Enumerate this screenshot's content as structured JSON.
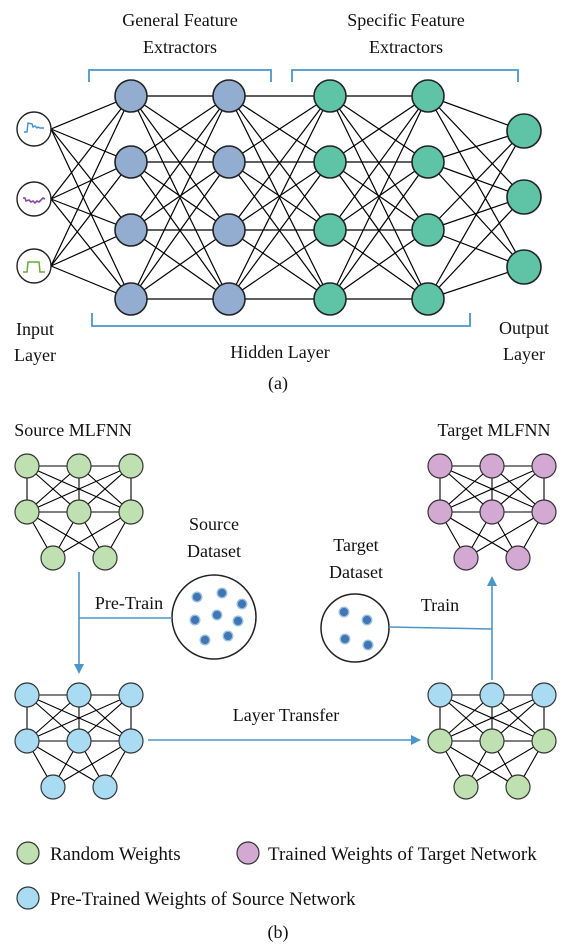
{
  "part_a": {
    "bracket_general": "General Feature Extractors",
    "bracket_general_line1": "General Feature",
    "bracket_general_line2": "Extractors",
    "bracket_specific_line1": "Specific Feature",
    "bracket_specific_line2": "Extractors",
    "input_line1": "Input",
    "input_line2": "Layer",
    "output_line1": "Output",
    "output_line2": "Layer",
    "hidden": "Hidden Layer",
    "caption": "(a)"
  },
  "part_b": {
    "source_title": "Source MLFNN",
    "target_title": "Target MLFNN",
    "source_dataset_line1": "Source",
    "source_dataset_line2": "Dataset",
    "target_dataset_line1": "Target",
    "target_dataset_line2": "Dataset",
    "pretrain": "Pre-Train",
    "train": "Train",
    "layer_transfer": "Layer Transfer",
    "caption": "(b)"
  },
  "legend": {
    "random": "Random Weights",
    "trained_target": "Trained Weights of Target Network",
    "pretrained_source": "Pre-Trained Weights of Source Network"
  },
  "colors": {
    "blue_node": "#93add0",
    "teal_node": "#5fc3a6",
    "green_node": "#bfe0b1",
    "cyan_node": "#a9dbf3",
    "purple_node": "#d3a9d3",
    "accent": "#4a95c9",
    "dot": "#3e77b4"
  }
}
